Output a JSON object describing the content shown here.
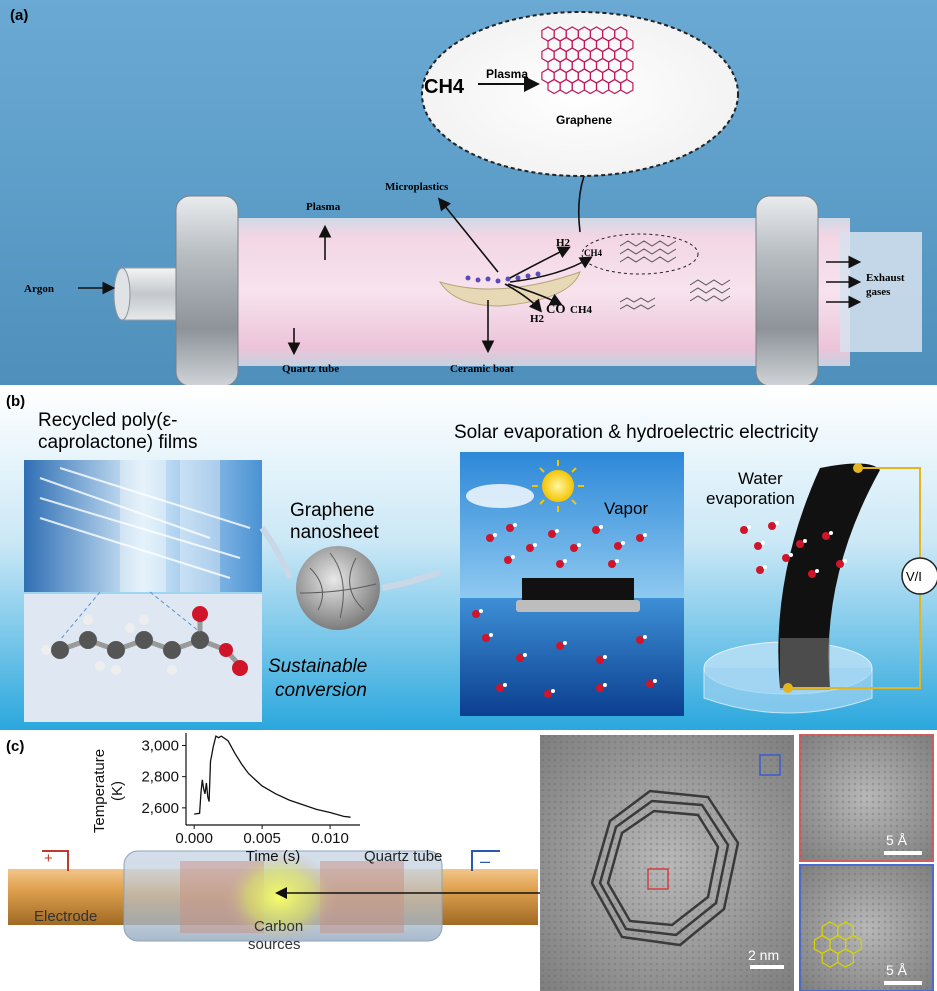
{
  "panel_a": {
    "label": "(a)",
    "bubble_reactant": "CH4",
    "bubble_arrow_label": "Plasma",
    "bubble_product": "Graphene",
    "plasma": "Plasma",
    "microplastics": "Microplastics",
    "argon": "Argon",
    "exhaust_line1": "Exhaust",
    "exhaust_line2": "gases",
    "quartz_tube": "Quartz tube",
    "ceramic_boat": "Ceramic boat",
    "gas_h2": "H2",
    "gas_ch4": "CH4",
    "gas_co": "CO",
    "gas_ch4_b": "CH4",
    "gas_h2_b": "H2",
    "colors": {
      "background": "#5d9ec9",
      "tube": "#f0c9dc",
      "caps": "#b8bcc0"
    }
  },
  "panel_b": {
    "label": "(b)",
    "title_left_line1": "Recycled poly(ε-",
    "title_left_line2": "caprolactone) films",
    "graphene_line1": "Graphene",
    "graphene_line2": "nanosheet",
    "sustainable_line1": "Sustainable",
    "sustainable_line2": "conversion",
    "title_right": "Solar evaporation & hydroelectric electricity",
    "vapor": "Vapor",
    "water_line1": "Water",
    "water_line2": "evaporation",
    "meter": "V/I",
    "colors": {
      "background_top": "#ffffff",
      "background_bottom": "#2aa7dd"
    }
  },
  "panel_c": {
    "label": "(c)",
    "quartz_tube": "Quartz tube",
    "electrode": "Electrode",
    "carbon_line1": "Carbon",
    "carbon_line2": "sources",
    "plus": "+",
    "minus": "–",
    "scale_main": "2 nm",
    "scale_top": "5 Å",
    "scale_bottom": "5 Å",
    "chart_data": {
      "type": "line",
      "xlabel": "Time (s)",
      "ylabel_line1": "Temperature",
      "ylabel_line2": "(K)",
      "xticks": [
        "0.000",
        "0.005",
        "0.010"
      ],
      "xtick_values": [
        0.0,
        0.005,
        0.01
      ],
      "yticks": [
        "2,600",
        "2,800",
        "3,000"
      ],
      "ytick_values": [
        2600,
        2800,
        3000
      ],
      "xlim": [
        -0.0006,
        0.0122
      ],
      "ylim": [
        2490,
        3080
      ],
      "series": [
        {
          "x": [
            0.0,
            0.0004,
            0.0005,
            0.0006,
            0.0007,
            0.0008,
            0.0009,
            0.001,
            0.0011,
            0.0012,
            0.0013,
            0.0014,
            0.0016,
            0.0018,
            0.002,
            0.0025,
            0.003,
            0.0035,
            0.004,
            0.005,
            0.006,
            0.007,
            0.008,
            0.009,
            0.01,
            0.011,
            0.0115
          ],
          "y": [
            2560,
            2565,
            2700,
            2780,
            2720,
            2690,
            2760,
            2670,
            2640,
            2900,
            2940,
            2990,
            3060,
            3050,
            3060,
            3030,
            2950,
            2880,
            2820,
            2740,
            2690,
            2650,
            2620,
            2590,
            2570,
            2545,
            2540
          ]
        }
      ]
    }
  }
}
